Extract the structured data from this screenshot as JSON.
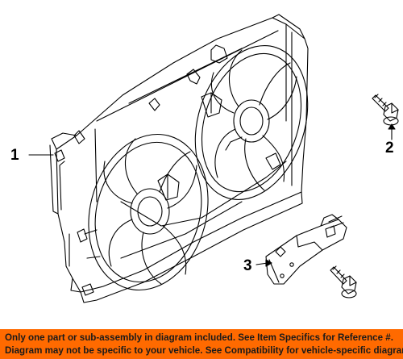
{
  "callouts": {
    "c1": "1",
    "c2": "2",
    "c3": "3"
  },
  "banner": {
    "line1": "Only one part or sub-assembly in diagram included. See Item Specifics for Reference #.",
    "line2": "Diagram may not be specific to your vehicle. See Compatibility for vehicle-specific diagrams."
  },
  "colors": {
    "banner_bg": "#ff6a00",
    "banner_text": "#1a1a1a",
    "line_art": "#000000"
  }
}
